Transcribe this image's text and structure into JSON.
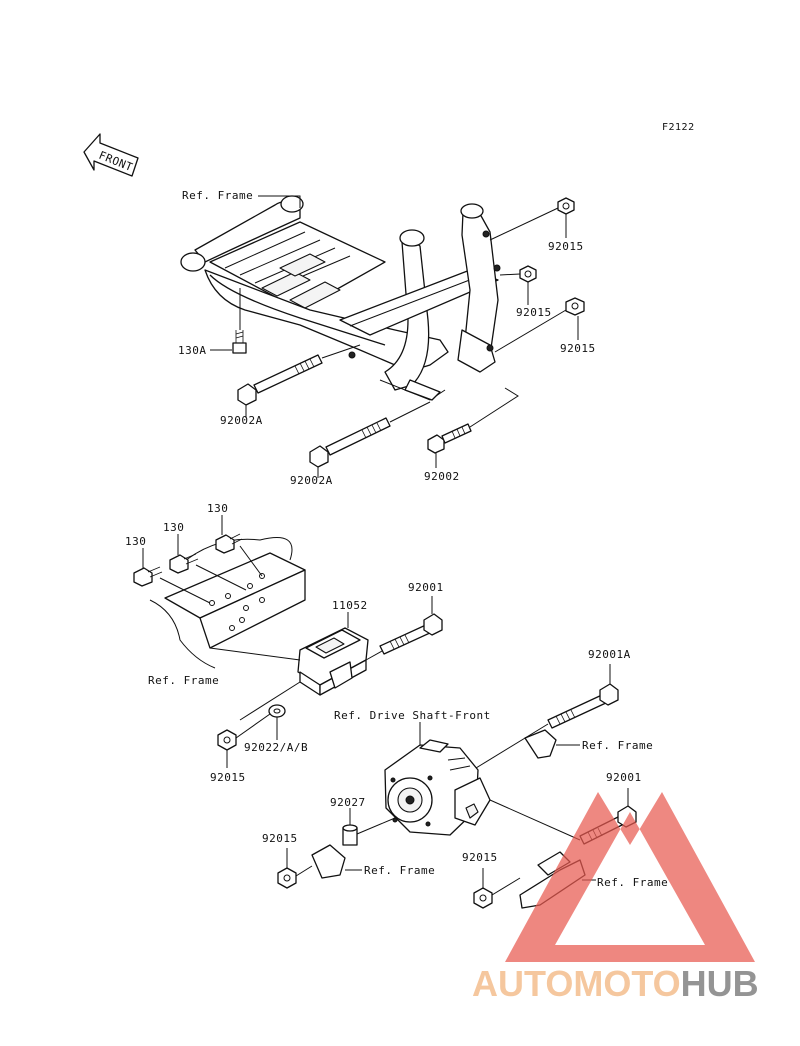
{
  "diagram": {
    "figure_code": "F2122",
    "front_label": "FRONT",
    "labels": {
      "ref_frame_top": "Ref. Frame",
      "l_92015_a": "92015",
      "l_92015_b": "92015",
      "l_92015_c": "92015",
      "l_130A": "130A",
      "l_92002A_a": "92002A",
      "l_92002A_b": "92002A",
      "l_92002": "92002",
      "l_130_a": "130",
      "l_130_b": "130",
      "l_130_c": "130",
      "l_11052": "11052",
      "l_92001_a": "92001",
      "ref_frame_mid": "Ref. Frame",
      "l_92001A": "92001A",
      "ref_drive_shaft": "Ref. Drive Shaft-Front",
      "ref_frame_right": "Ref. Frame",
      "l_92022": "92022/A/B",
      "l_92015_d": "92015",
      "l_92027": "92027",
      "l_92001_b": "92001",
      "l_92015_e": "92015",
      "ref_frame_bottom": "Ref. Frame",
      "l_92015_f": "92015",
      "ref_frame_br": "Ref. Frame"
    }
  },
  "watermark": {
    "text_part1": "AUTOMOTO",
    "text_part2": "HUB",
    "color_light": "#f2b27a",
    "color_red": "#e85a50",
    "color_dark": "#6b6b6b"
  }
}
